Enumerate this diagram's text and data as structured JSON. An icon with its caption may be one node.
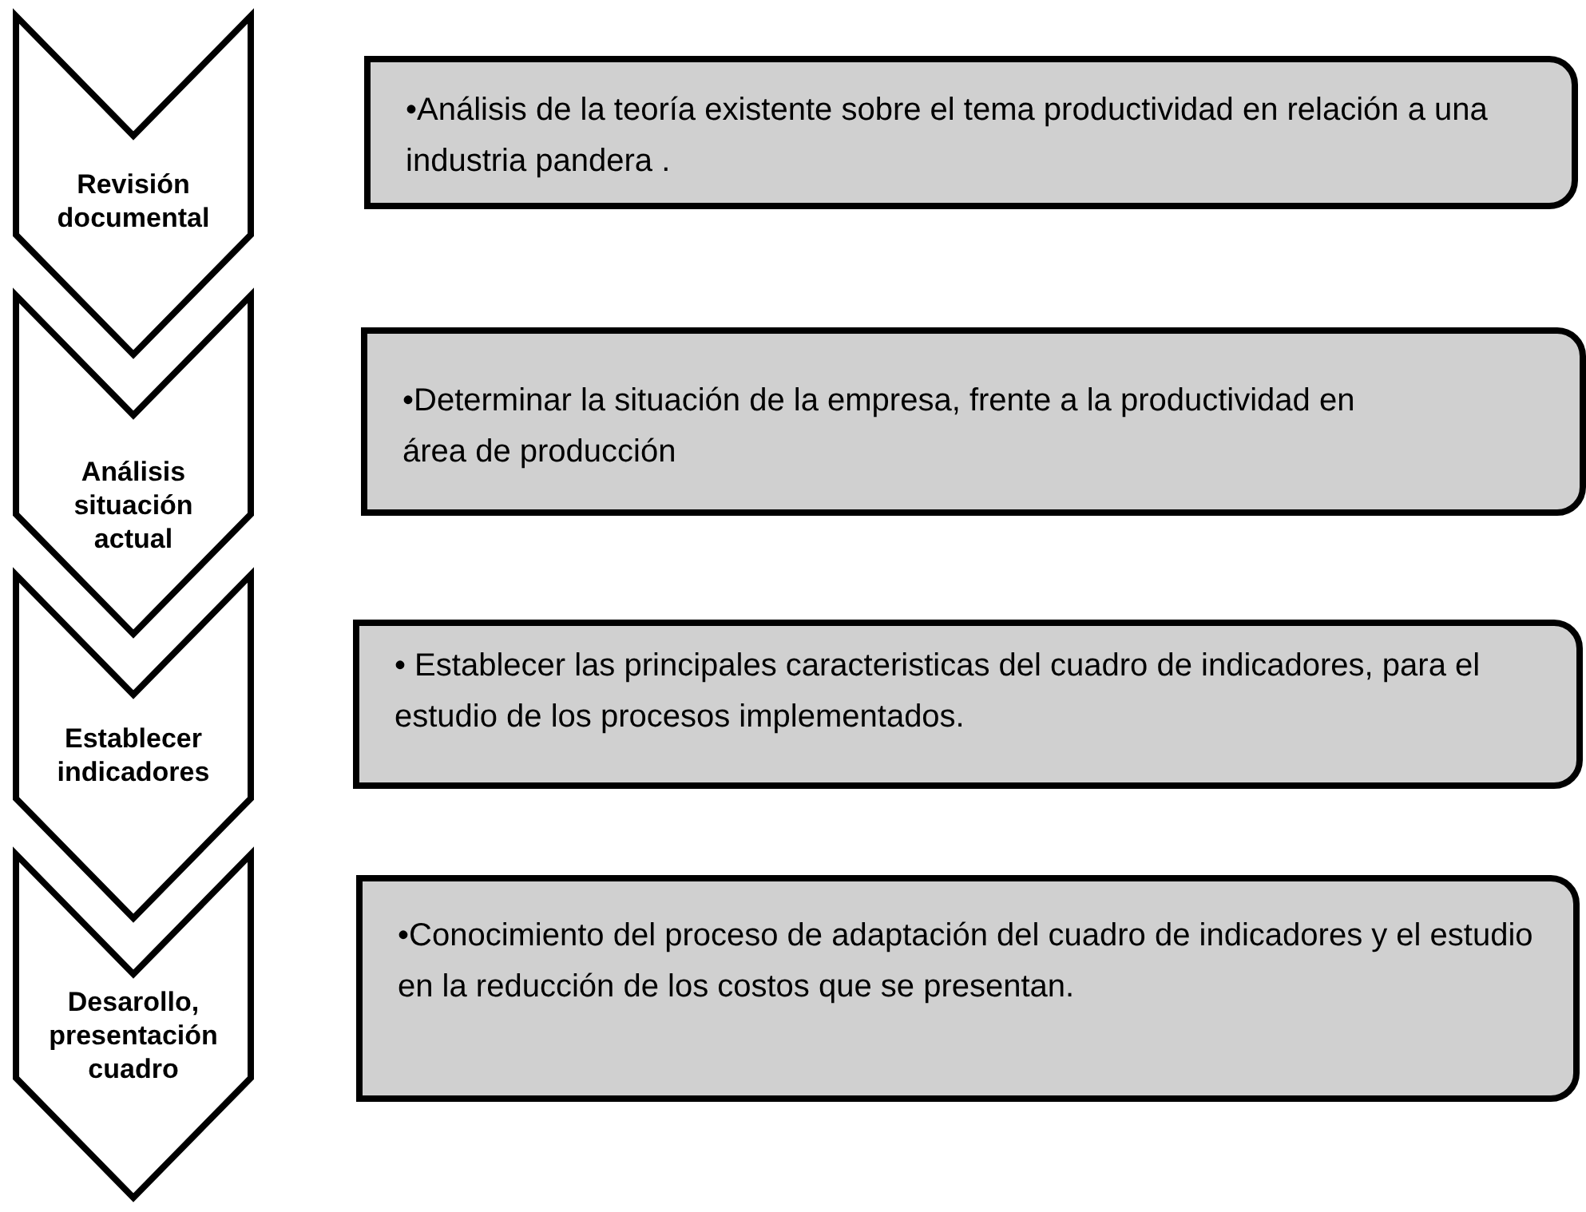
{
  "diagram": {
    "nodes": [
      {
        "text": [
          "Revisión documental"
        ]
      },
      {
        "text": [
          "•Análisis de la teoría existente sobre el tema productividad en relación a una industria pandera ."
        ]
      },
      {
        "text": [
          "Análisis situación actual"
        ]
      },
      {
        "text": [
          "•Determinar la situación de la empresa, frente a la productividad en área de producción"
        ]
      },
      {
        "text": [
          "Establecer indicadores"
        ]
      },
      {
        "text": [
          "• Establecer las principales caracteristicas del cuadro de indicadores, para el estudio de los procesos implementados."
        ]
      },
      {
        "text": [
          "Desarollo, presentación cuadro"
        ]
      },
      {
        "text": [
          "•Conocimiento del proceso de adaptación del cuadro de indicadores y el estudio en la reducción de los costos que se presentan."
        ]
      }
    ]
  }
}
